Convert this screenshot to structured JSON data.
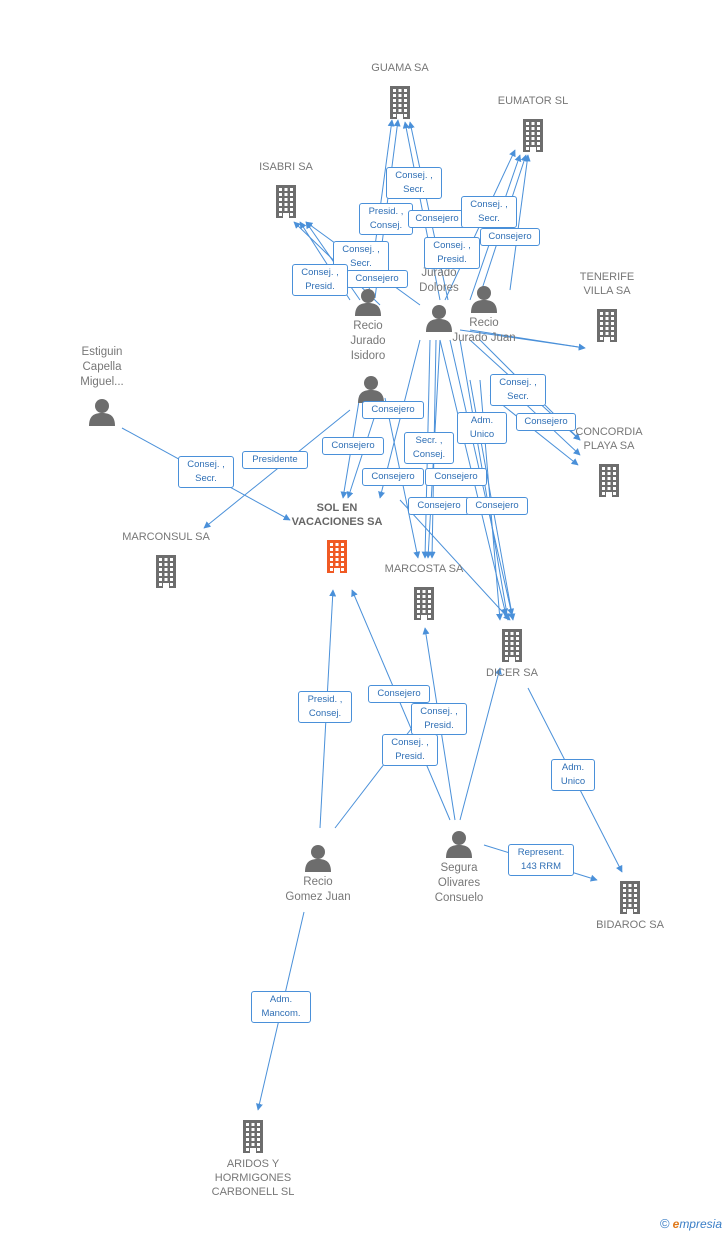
{
  "companies": [
    {
      "id": "guama",
      "label": [
        "GUAMA SA"
      ],
      "main": false
    },
    {
      "id": "eumator",
      "label": [
        "EUMATOR  SL"
      ],
      "main": false
    },
    {
      "id": "isabri",
      "label": [
        "ISABRI SA"
      ],
      "main": false
    },
    {
      "id": "tenerife",
      "label": [
        "TENERIFE",
        "VILLA SA"
      ],
      "main": false
    },
    {
      "id": "concordia",
      "label": [
        "CONCORDIA",
        "PLAYA SA"
      ],
      "main": false
    },
    {
      "id": "marconsul",
      "label": [
        "MARCONSUL SA"
      ],
      "main": false
    },
    {
      "id": "sol",
      "label": [
        "SOL EN",
        "VACACIONES SA"
      ],
      "main": true
    },
    {
      "id": "marcosta",
      "label": [
        "MARCOSTA SA"
      ],
      "main": false
    },
    {
      "id": "dicer",
      "label": [
        "DICER SA"
      ],
      "main": false
    },
    {
      "id": "bidaroc",
      "label": [
        "BIDAROC SA"
      ],
      "main": false
    },
    {
      "id": "aridos",
      "label": [
        "ARIDOS Y",
        "HORMIGONES",
        "CARBONELL SL"
      ],
      "main": false
    }
  ],
  "people": [
    {
      "id": "estiguin",
      "label": [
        "Estiguin",
        "Capella",
        "Miguel..."
      ]
    },
    {
      "id": "isidoro",
      "label": [
        "Recio",
        "Jurado",
        "Isidoro"
      ]
    },
    {
      "id": "dolores",
      "label": [
        "R...",
        "Jurado",
        "Dolores"
      ]
    },
    {
      "id": "juan",
      "label": [
        "Recio",
        "Jurado Juan"
      ]
    },
    {
      "id": "p5",
      "label": []
    },
    {
      "id": "gomez",
      "label": [
        "Recio",
        "Gomez Juan"
      ]
    },
    {
      "id": "segura",
      "label": [
        "Segura",
        "Olivares",
        "Consuelo"
      ]
    }
  ],
  "roles": [
    {
      "id": "r1",
      "lines": [
        "Consej. ,",
        "Secr."
      ]
    },
    {
      "id": "r2",
      "lines": [
        "Presid. ,",
        "Consej."
      ]
    },
    {
      "id": "r3",
      "lines": [
        "Consejero"
      ]
    },
    {
      "id": "r4",
      "lines": [
        "Consej. ,",
        "Secr."
      ]
    },
    {
      "id": "r5",
      "lines": [
        "Consejero"
      ]
    },
    {
      "id": "r6",
      "lines": [
        "Consej. ,",
        "Presid."
      ]
    },
    {
      "id": "r7",
      "lines": [
        "Consej. ,",
        "Secr."
      ]
    },
    {
      "id": "r8",
      "lines": [
        "Consejero"
      ]
    },
    {
      "id": "r9",
      "lines": [
        "Consej. ,",
        "Presid."
      ]
    },
    {
      "id": "r10",
      "lines": [
        "Consej. ,",
        "Secr."
      ]
    },
    {
      "id": "r11",
      "lines": [
        "Consejero"
      ]
    },
    {
      "id": "r12",
      "lines": [
        "Adm.",
        "Unico"
      ]
    },
    {
      "id": "r13",
      "lines": [
        "Consejero"
      ]
    },
    {
      "id": "r14",
      "lines": [
        "Consejero"
      ]
    },
    {
      "id": "r15",
      "lines": [
        "Secr. ,",
        "Consej."
      ]
    },
    {
      "id": "r16",
      "lines": [
        "Presidente"
      ]
    },
    {
      "id": "r17",
      "lines": [
        "Consej. ,",
        "Secr."
      ]
    },
    {
      "id": "r18",
      "lines": [
        "Consejero"
      ]
    },
    {
      "id": "r19",
      "lines": [
        "Consejero"
      ]
    },
    {
      "id": "r20",
      "lines": [
        "Consejero"
      ]
    },
    {
      "id": "r21",
      "lines": [
        "Consejero"
      ]
    },
    {
      "id": "r22",
      "lines": [
        "Consejero"
      ]
    },
    {
      "id": "r23",
      "lines": [
        "Presid. ,",
        "Consej."
      ]
    },
    {
      "id": "r24",
      "lines": [
        "Consej. ,",
        "Presid."
      ]
    },
    {
      "id": "r25",
      "lines": [
        "Consej. ,",
        "Presid."
      ]
    },
    {
      "id": "r26",
      "lines": [
        "Adm.",
        "Unico"
      ]
    },
    {
      "id": "r27",
      "lines": [
        "Represent.",
        "143 RRM"
      ]
    },
    {
      "id": "r28",
      "lines": [
        "Adm.",
        "Mancom."
      ]
    }
  ],
  "footer": {
    "copyright": "©",
    "brand_e": "e",
    "brand_rest": "mpresia"
  },
  "colors": {
    "company_icon": "#6d6d6d",
    "main_company_icon": "#f05a24",
    "person_icon": "#6d6d6d",
    "edge": "#4a90d9",
    "role_text": "#2f6fb5"
  }
}
